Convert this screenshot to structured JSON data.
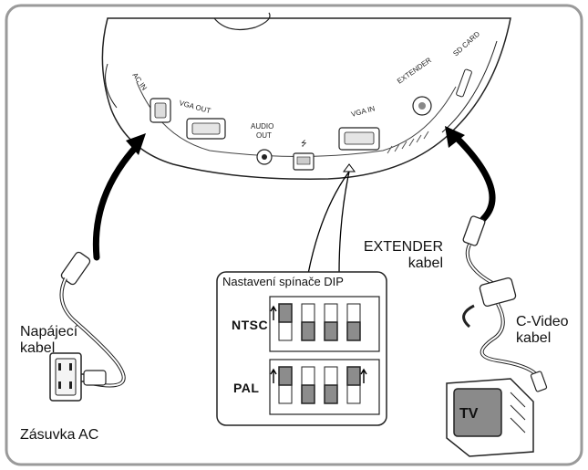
{
  "ports": {
    "ac_in": "AC IN",
    "vga_out": "VGA OUT",
    "audio_out": "AUDIO\nOUT",
    "usb": "⭍",
    "vga_in": "VGA IN",
    "extender": "EXTENDER",
    "sd_card": "SD CARD"
  },
  "labels": {
    "power_cable_line1": "Napájecí",
    "power_cable_line2": "kabel",
    "ac_outlet": "Zásuvka AC",
    "extender_cable_line1": "EXTENDER",
    "extender_cable_line2": "kabel",
    "cvideo_cable_line1": "C-Video",
    "cvideo_cable_line2": "kabel",
    "tv": "TV"
  },
  "dip": {
    "title": "Nastavení spínače DIP",
    "modes": [
      {
        "name": "NTSC",
        "switches": [
          "up",
          "down",
          "down",
          "down"
        ]
      },
      {
        "name": "PAL",
        "switches": [
          "up",
          "down",
          "down",
          "up"
        ]
      }
    ]
  },
  "colors": {
    "frame_border": "#9a9a9a",
    "device_body": "#ffffff",
    "switch_fill": "#8c8c8c",
    "arrow": "#000000",
    "tv_screen": "#8a8a8a"
  }
}
